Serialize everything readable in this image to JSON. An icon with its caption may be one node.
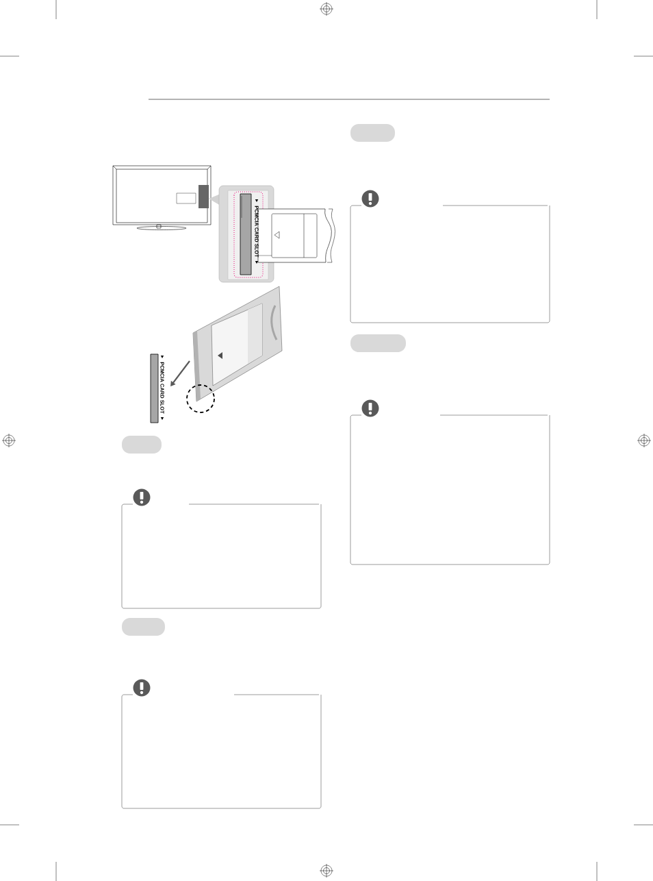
{
  "diagram": {
    "nodes": [
      {
        "text": [],
        "shape": "pill"
      },
      {
        "text": [],
        "shape": "box"
      },
      {
        "text": [],
        "shape": "pill"
      },
      {
        "text": [],
        "shape": "box"
      },
      {
        "text": [],
        "shape": "pill"
      },
      {
        "text": [],
        "shape": "box"
      },
      {
        "text": [],
        "shape": "pill"
      },
      {
        "text": [],
        "shape": "box"
      }
    ],
    "labels": [
      "PCMCIA CARD SLOT",
      "PCMCIA CARD SLOT"
    ]
  }
}
